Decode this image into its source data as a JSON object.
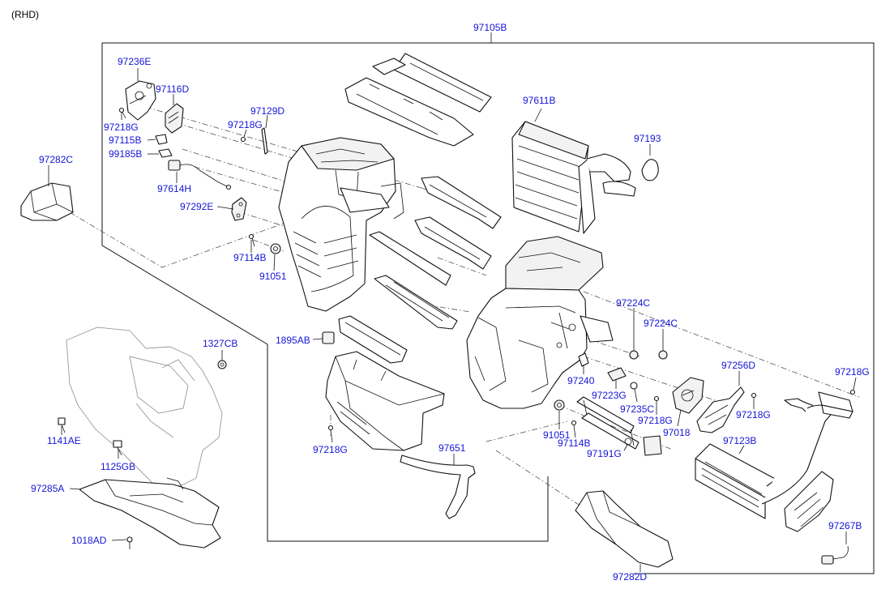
{
  "header": {
    "variant": "(RHD)"
  },
  "labels": {
    "frame_top": "97105B",
    "bracket_top": "97236E",
    "actuator_top": "97116D",
    "screw_top": "97218G",
    "lever_top": "97115B",
    "clip_top": "99185B",
    "sensor_top": "97614H",
    "bracket_small": "97292E",
    "duct_left": "97282C",
    "rod": "97129D",
    "screw_rod": "97218G",
    "screw_b_top": "97114B",
    "grommet_top": "91051",
    "evaporator": "97611B",
    "seal": "97193",
    "sensor_block": "1895AB",
    "nut": "1327CB",
    "bolt_1": "1141AE",
    "bolt_2": "1125GB",
    "cover": "97285A",
    "screw_cover": "1018AD",
    "screw_lower": "97218G",
    "drain_hose": "97651",
    "grommet_lower": "91051",
    "screw_b_lower": "97114B",
    "temp_sensor": "97240",
    "actuator_mid": "97223G",
    "link": "97191G",
    "motor_a": "97224C",
    "motor_b": "97224C",
    "clip_mid": "97235C",
    "screw_mid": "97218G",
    "actuator_main": "97018",
    "heater_core": "97123B",
    "bracket_right": "97256D",
    "screw_right": "97218G",
    "screw_far_right": "97218G",
    "pipe_bracket": "97267B",
    "duct_lower": "97282D"
  },
  "colors": {
    "label": "#1515d8",
    "line": "#111111",
    "background": "#ffffff"
  }
}
